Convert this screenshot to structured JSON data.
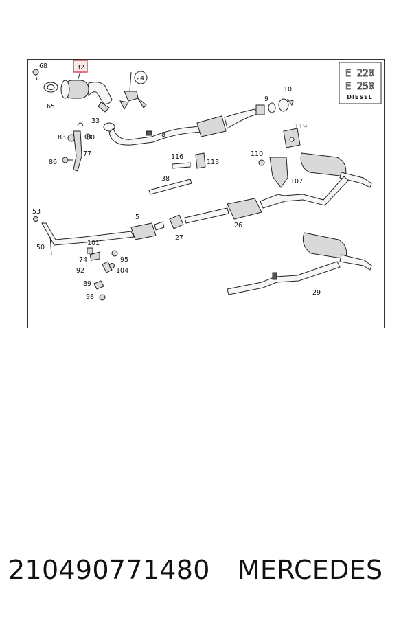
{
  "diagram": {
    "badge": {
      "line1": "E 220",
      "line2": "E 250",
      "line3": "DIESEL"
    },
    "highlight_label": "32",
    "labels": {
      "l68": "68",
      "l65": "65",
      "l33": "33",
      "l24": "24",
      "l8": "8",
      "l9": "9",
      "l10": "10",
      "l83": "83",
      "l80": "80",
      "l77": "77",
      "l86": "86",
      "l119": "119",
      "l116": "116",
      "l113": "113",
      "l110": "110",
      "l107": "107",
      "l38": "38",
      "l53": "53",
      "l5": "5",
      "l26": "26",
      "l27": "27",
      "l50": "50",
      "l101": "101",
      "l74": "74",
      "l95": "95",
      "l92": "92",
      "l104": "104",
      "l89": "89",
      "l98": "98",
      "l29": "29"
    }
  },
  "caption": {
    "part_number": "210490771480",
    "brand": "MERCEDES"
  },
  "colors": {
    "highlight": "#e0303a"
  }
}
